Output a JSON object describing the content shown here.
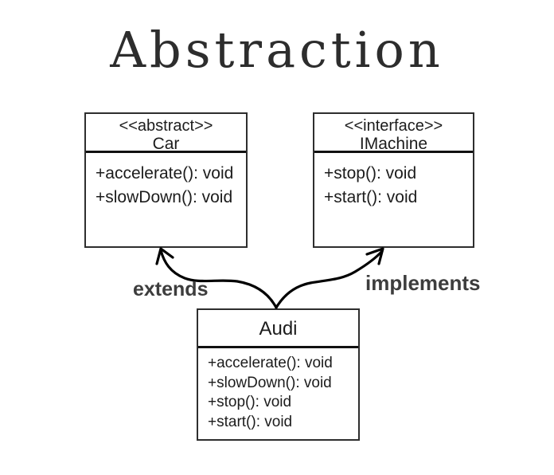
{
  "title": "Abstraction",
  "classes": [
    {
      "id": "car",
      "stereotype": "<<abstract>>",
      "name": "Car",
      "methods": [
        "+accelerate(): void",
        "+slowDown(): void"
      ]
    },
    {
      "id": "imachine",
      "stereotype": "<<interface>>",
      "name": "IMachine",
      "methods": [
        "+stop(): void",
        "+start(): void"
      ]
    },
    {
      "id": "audi",
      "name": "Audi",
      "methods": [
        "+accelerate(): void",
        "+slowDown(): void",
        "+stop(): void",
        "+start(): void"
      ]
    }
  ],
  "relationships": [
    {
      "label": "extends",
      "from": "Audi",
      "to": "Car"
    },
    {
      "label": "implements",
      "from": "Audi",
      "to": "IMachine"
    }
  ],
  "colors": {
    "background": "#ffffff",
    "box_border": "#2e2e2e",
    "text": "#1c1c1c",
    "label_text": "#3d3d3d",
    "arrow": "#000000"
  }
}
